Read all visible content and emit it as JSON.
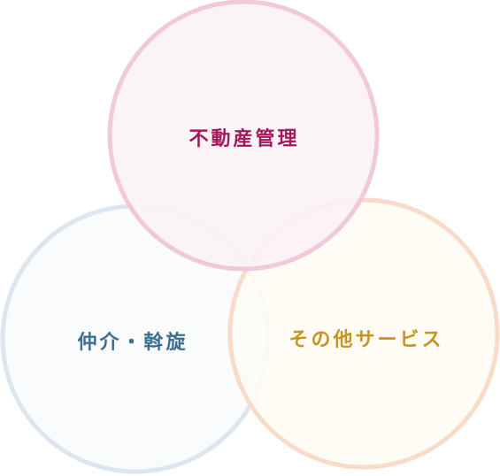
{
  "diagram": {
    "type": "venn",
    "circles": [
      {
        "id": "management",
        "label": "不動産管理",
        "text_color": "#a3195b",
        "stroke_color": "#f0c4d6",
        "fill_color": "#fbf3f7"
      },
      {
        "id": "brokerage",
        "label": "仲介・斡旋",
        "text_color": "#3b6e8f",
        "stroke_color": "#dde6ee",
        "fill_color": "#f9fbfd"
      },
      {
        "id": "other",
        "label": "その他サービス",
        "text_color": "#c8941f",
        "stroke_color": "#f8d9c5",
        "fill_color": "#fefcf5"
      }
    ]
  }
}
